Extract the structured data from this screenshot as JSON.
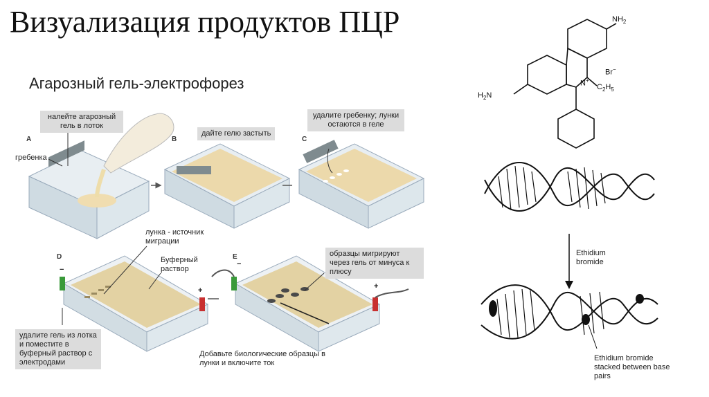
{
  "title": "Визуализация продуктов ПЦР",
  "subtitle": "Агарозный гель-электрофорез",
  "steps": {
    "a": "A",
    "b": "B",
    "c": "C",
    "d": "D",
    "e": "E"
  },
  "labels": {
    "pour_gel": "налейте агарозный гель в лоток",
    "comb": "гребенка",
    "let_set": "дайте гелю застыть",
    "remove_comb": "удалите гребенку; лунки остаются в геле",
    "well_origin": "лунка - источник миграции",
    "buffer": "Буферный раствор",
    "samples_migrate": "образцы мигрируют через гель от минуса к плюсу",
    "remove_gel": "удалите гель из лотка и поместите в буферный раствор с электродами",
    "add_samples": "Добавьте биологические образцы в лунки и включите ток",
    "minus": "−",
    "plus": "+"
  },
  "chemistry": {
    "nh2_top": "NH",
    "nh2_top_sub": "2",
    "br": "Br",
    "br_sup": "−",
    "h2n": "H",
    "h2n_sub": "2",
    "h2n_n": "N",
    "n_plus": "N",
    "n_plus_sup": "+",
    "ethyl": "C",
    "ethyl_sub1": "2",
    "ethyl_h": "H",
    "ethyl_sub2": "5"
  },
  "dna": {
    "arrow_label": "Ethidium bromide",
    "stacked_caption": "Ethidium bromide stacked between base pairs"
  }
}
